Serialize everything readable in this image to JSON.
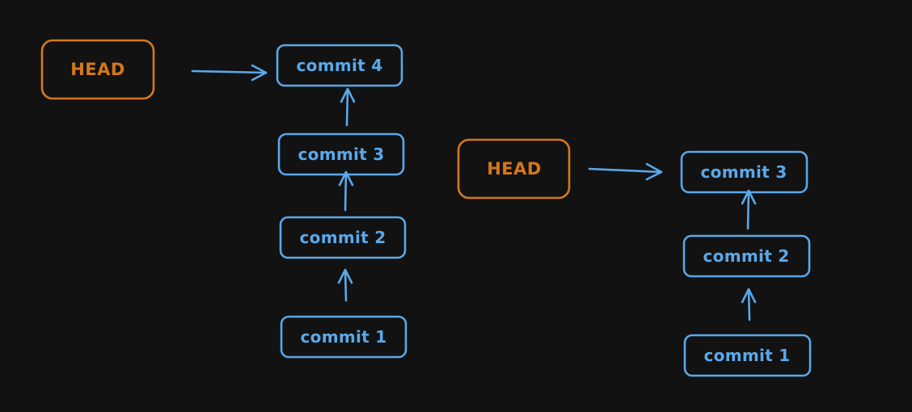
{
  "colors": {
    "background": "#121212",
    "head": "#d5771d",
    "commit": "#5aa8ea"
  },
  "left": {
    "head_label": "HEAD",
    "commits": [
      "commit 4",
      "commit 3",
      "commit 2",
      "commit 1"
    ]
  },
  "right": {
    "head_label": "HEAD",
    "commits": [
      "commit 3",
      "commit 2",
      "commit 1"
    ]
  }
}
